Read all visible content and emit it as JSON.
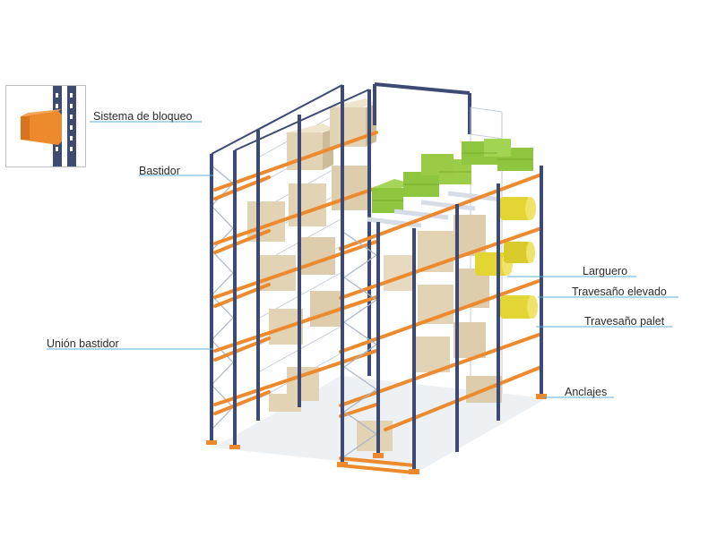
{
  "labels": {
    "locking_system": "Sistema de bloqueo",
    "frame": "Bastidor",
    "frame_joint": "Unión bastidor",
    "beam": "Larguero",
    "raised_crossbar": "Travesaño elevado",
    "pallet_crossbar": "Travesaño palet",
    "anchors": "Anclajes"
  },
  "colors": {
    "upright": "#3d4a73",
    "beam": "#ee8a2e",
    "box": "#e2d3b5",
    "box_side": "#cbbb98",
    "mesh_green": "#8ec63f",
    "barrel": "#e3d533",
    "leader_line": "#5bb0d9",
    "bracing": "#b9c3d1",
    "floor_shadow": "#e8ecef"
  }
}
